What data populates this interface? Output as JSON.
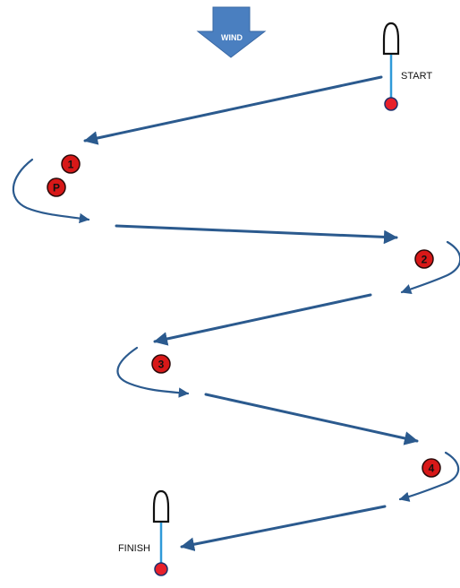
{
  "wind": {
    "label": "WIND"
  },
  "start": {
    "label": "START"
  },
  "finish": {
    "label": "FINISH"
  },
  "marks": [
    {
      "id": "1",
      "label": "1"
    },
    {
      "id": "p",
      "label": "P"
    },
    {
      "id": "2",
      "label": "2"
    },
    {
      "id": "3",
      "label": "3"
    },
    {
      "id": "4",
      "label": "4"
    }
  ],
  "colors": {
    "course_line": "#2b5a8e",
    "wind_arrow": "#4a7fc0",
    "mark_fill": "#d81818",
    "mark_stroke": "#2a0a0a",
    "start_finish_pole": "#2f9ad8",
    "buoy_fill": "#e8202a"
  }
}
